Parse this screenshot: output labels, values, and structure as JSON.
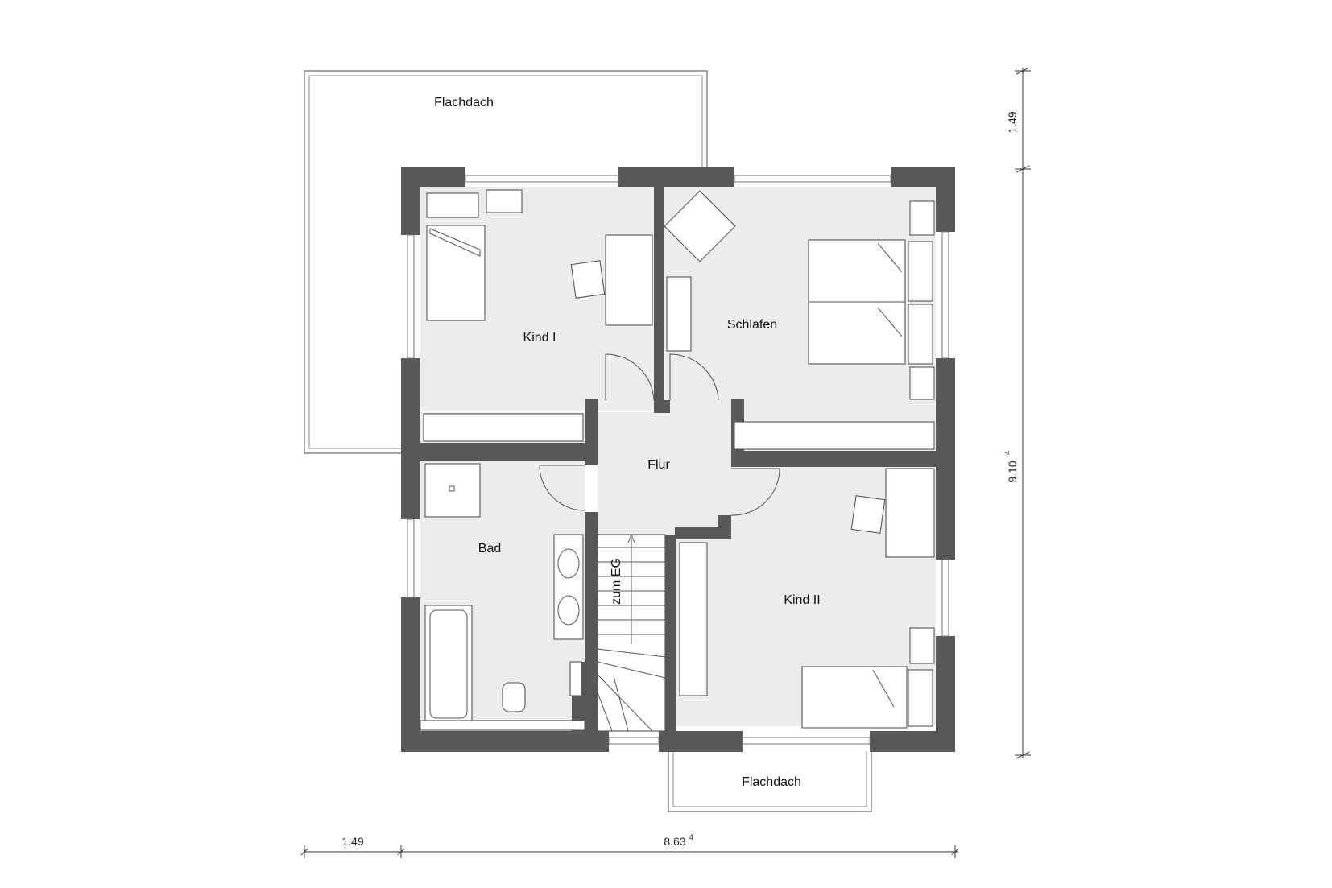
{
  "rooms": {
    "flachdach_top": "Flachdach",
    "kind1": "Kind I",
    "schlafen": "Schlafen",
    "flur": "Flur",
    "bad": "Bad",
    "kind2": "Kind II",
    "flachdach_bottom": "Flachdach",
    "stairs": "zum EG"
  },
  "dimensions": {
    "vertical_top": "1.49",
    "vertical_total": "9.10",
    "vertical_total_sup": "4",
    "horizontal_left": "1.49",
    "horizontal_total": "8.63",
    "horizontal_total_sup": "4"
  },
  "colors": {
    "wall": "#58585a",
    "floor": "#ececec",
    "line": "#555555"
  }
}
